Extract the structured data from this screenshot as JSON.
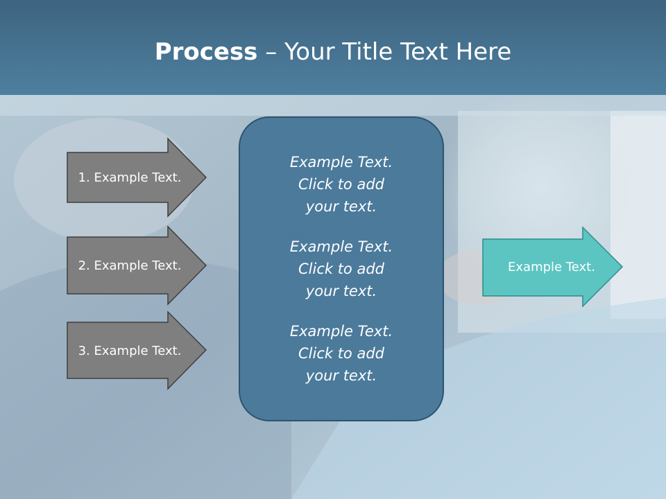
{
  "title": {
    "bold": "Process",
    "rest": " – Your Title Text Here"
  },
  "inputs": [
    {
      "label": "1. Example Text."
    },
    {
      "label": "2. Example Text."
    },
    {
      "label": "3. Example Text."
    }
  ],
  "center": {
    "items": [
      {
        "lines": [
          "Example Text.",
          "Click  to add",
          "your text."
        ]
      },
      {
        "lines": [
          "Example Text.",
          "Click  to add",
          "your text."
        ]
      },
      {
        "lines": [
          "Example Text.",
          "Click  to add",
          "your text."
        ]
      }
    ]
  },
  "output": {
    "label": "Example Text."
  },
  "colors": {
    "title_bar": "#466f8d",
    "input_arrow": "#7f7f7f",
    "center_box": "#4b7a9b",
    "output_arrow": "#5cc5c2"
  }
}
